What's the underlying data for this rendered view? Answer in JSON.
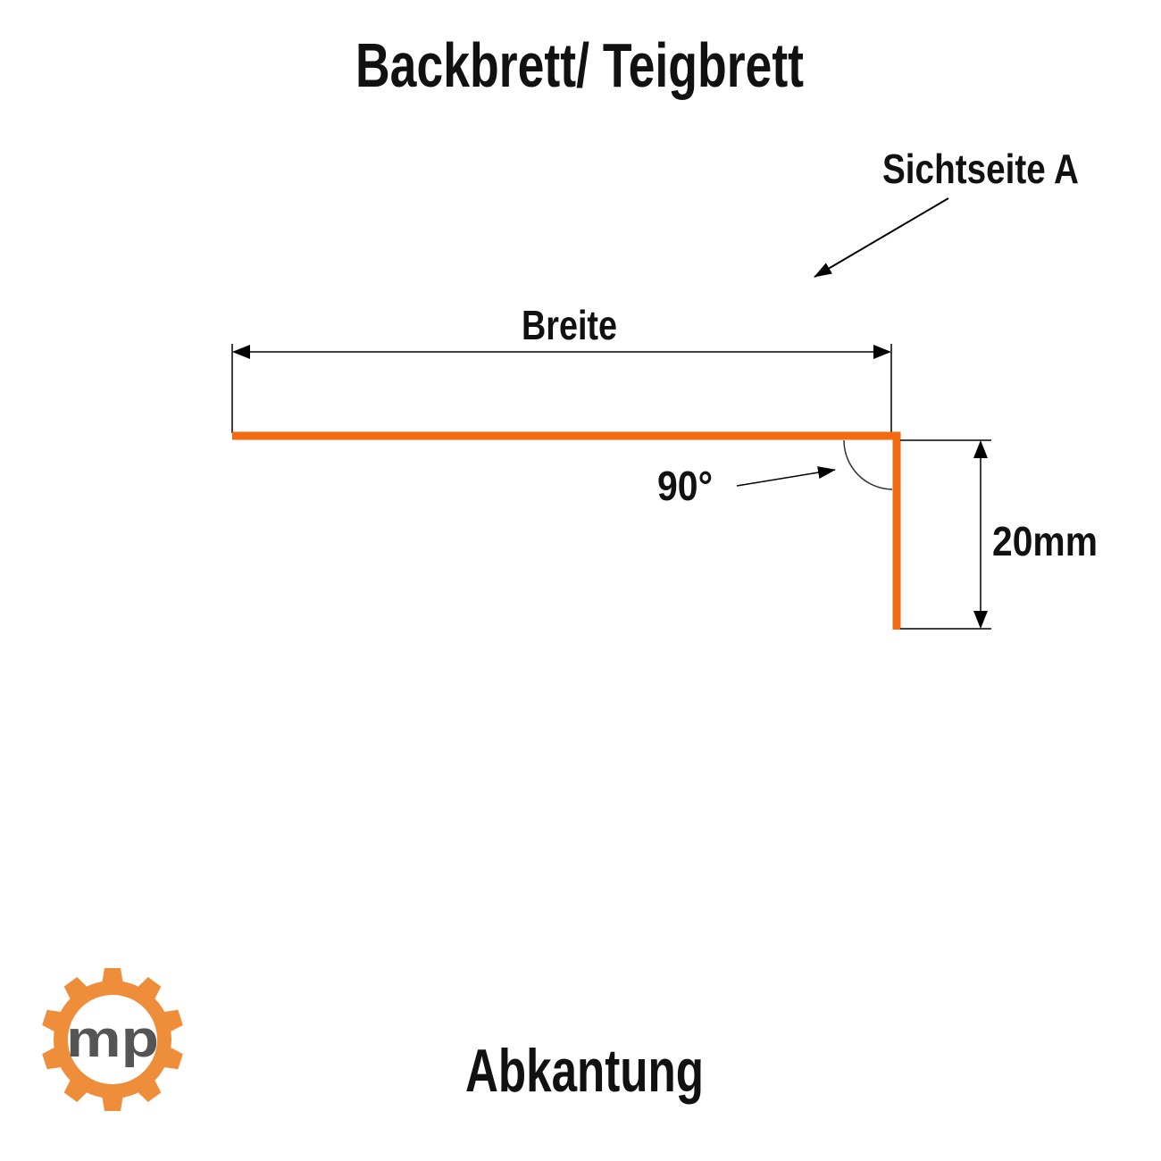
{
  "title": "Backbrett/ Teigbrett",
  "labels": {
    "visible_side": "Sichtseite A",
    "width": "Breite",
    "angle": "90°",
    "flange": "20mm",
    "caption": "Abkantung"
  },
  "logo": {
    "text": "mp"
  },
  "colors": {
    "profile": "#F26A12",
    "logo_gear": "#EE8E3A",
    "logo_text": "#555555",
    "ink": "#111111"
  }
}
